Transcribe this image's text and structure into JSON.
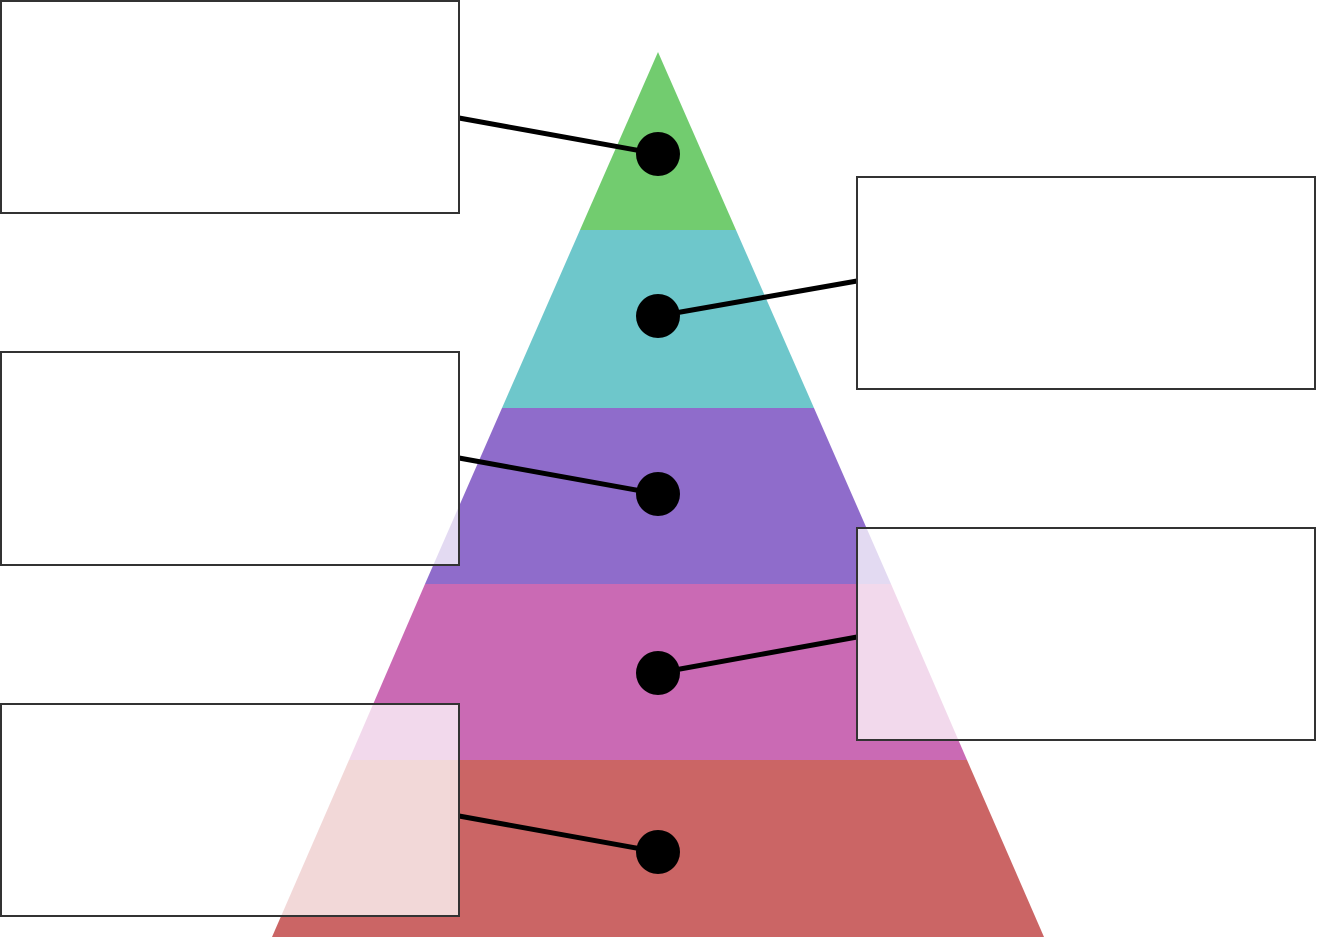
{
  "diagram": {
    "type": "pyramid-callout",
    "layers": [
      {
        "id": "tier-1",
        "color": "#72cc6f",
        "label": ""
      },
      {
        "id": "tier-2",
        "color": "#6ec7cb",
        "label": ""
      },
      {
        "id": "tier-3",
        "color": "#8f6ccb",
        "label": ""
      },
      {
        "id": "tier-4",
        "color": "#ca6ab4",
        "label": ""
      },
      {
        "id": "tier-5",
        "color": "#cb6565",
        "label": ""
      }
    ],
    "callouts": [
      {
        "tier": "tier-1",
        "side": "left",
        "text": ""
      },
      {
        "tier": "tier-2",
        "side": "right",
        "text": ""
      },
      {
        "tier": "tier-3",
        "side": "left",
        "text": ""
      },
      {
        "tier": "tier-4",
        "side": "right",
        "text": ""
      },
      {
        "tier": "tier-5",
        "side": "left",
        "text": ""
      }
    ]
  }
}
